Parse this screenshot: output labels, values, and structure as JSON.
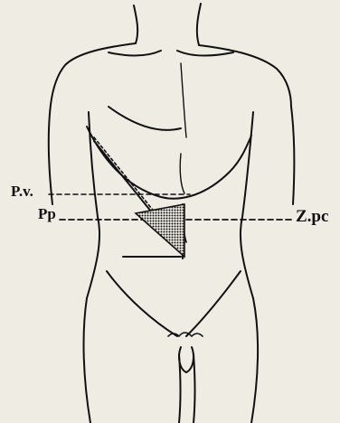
{
  "labels": {
    "pv": "P.v.",
    "pp": "Pp",
    "zpc": "Z.pc"
  },
  "colors": {
    "ink": "#111111",
    "paper": "#efece4"
  },
  "icons": [
    "torso-outline",
    "shaded-triangle-region"
  ]
}
